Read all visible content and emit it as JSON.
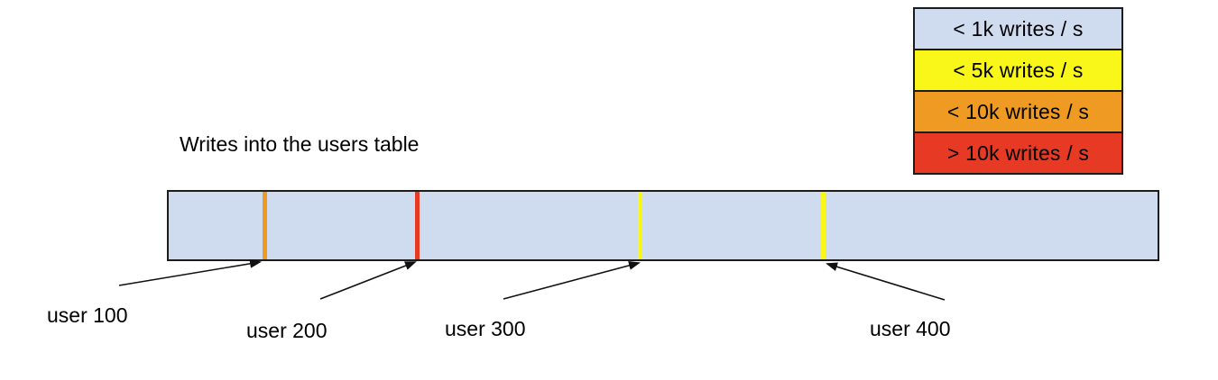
{
  "title": "Writes into the users table",
  "legend": {
    "items": [
      {
        "label": "< 1k writes / s",
        "color": "#cfdcf0"
      },
      {
        "label": "< 5k writes / s",
        "color": "#f9f719"
      },
      {
        "label": "< 10k writes / s",
        "color": "#ef9b23"
      },
      {
        "label": "> 10k writes / s",
        "color": "#e73a24"
      }
    ]
  },
  "bar": {
    "fill": "#cfdcf0",
    "border_color": "#1c1c1c"
  },
  "users": [
    {
      "label": "user 100",
      "stripe_color": "#ef9b23",
      "legend_match": "< 10k writes / s"
    },
    {
      "label": "user 200",
      "stripe_color": "#e73a24",
      "legend_match": "> 10k writes / s"
    },
    {
      "label": "user 300",
      "stripe_color": "#f9f719",
      "legend_match": "< 5k writes / s"
    },
    {
      "label": "user 400",
      "stripe_color": "#f9f719",
      "legend_match": "< 5k writes / s"
    }
  ]
}
